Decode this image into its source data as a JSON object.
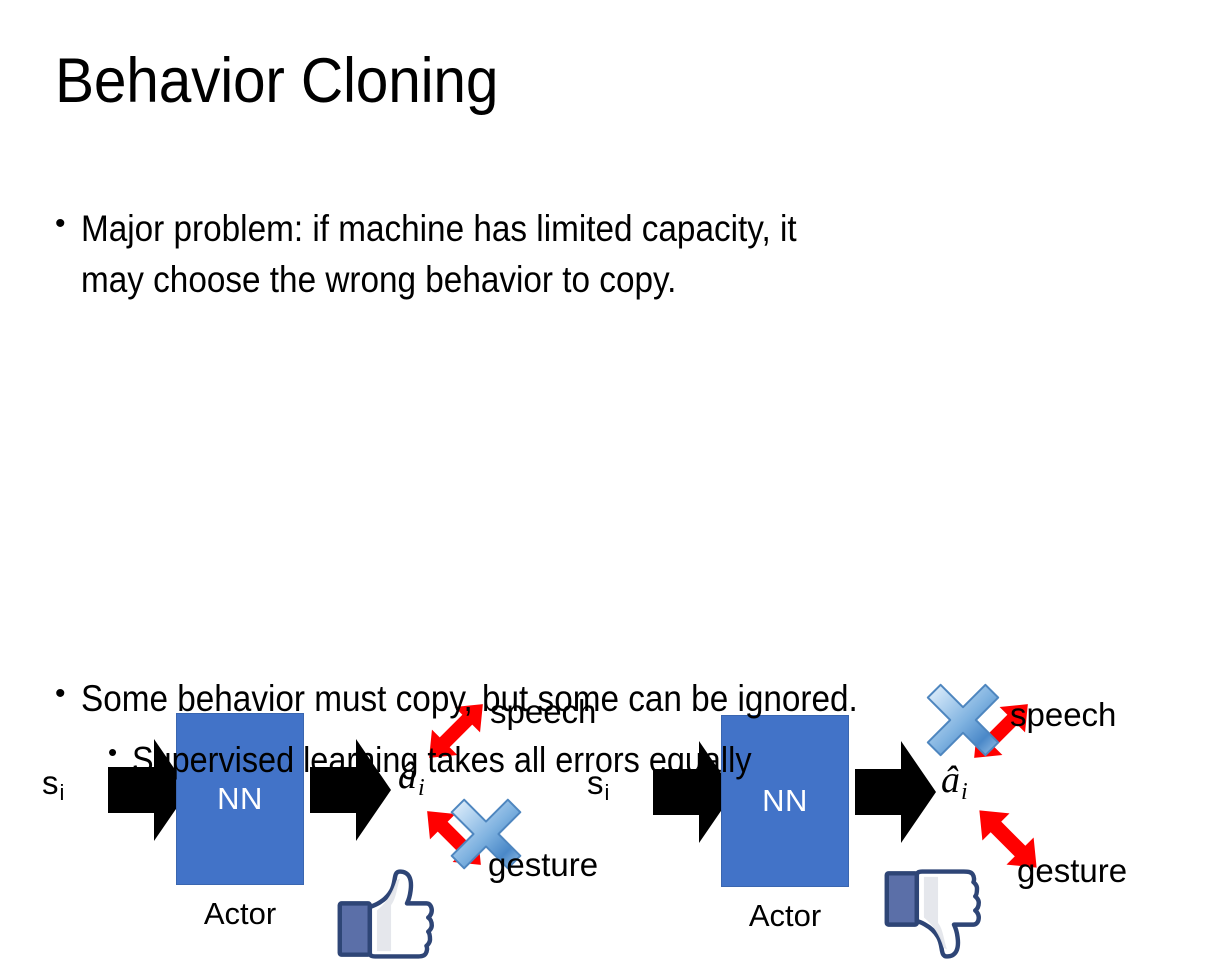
{
  "slide": {
    "title": "Behavior Cloning",
    "background_color": "#FFFFFF",
    "text_color": "#000000"
  },
  "bullets": {
    "top": {
      "marker": "•",
      "text": "Major problem: if machine has limited capacity, it\nmay choose the wrong behavior to copy."
    },
    "bottom_1": {
      "marker": "•",
      "text": "Some behavior must copy, but some can be ignored."
    },
    "bottom_2": {
      "marker": "•",
      "text": "Supervised learning takes all errors equally"
    }
  },
  "colors": {
    "nn_box_fill": "#4273C8",
    "nn_box_border": "#3A66B0",
    "nn_text": "#FFFFFF",
    "arrow_black": "#000000",
    "arrow_red": "#FF0000",
    "x_blue_light": "#CFE3F7",
    "x_blue_mid": "#6FA8DC",
    "x_blue_dark": "#2E6BAE",
    "thumb_outline": "#3B5998",
    "thumb_cuff": "#5B6FA8",
    "thumb_fill": "#FFFFFF",
    "thumb_shade": "#E4E6EB"
  },
  "diagrams": [
    {
      "id": "left",
      "input_label": "s",
      "input_subscript": "i",
      "box_label": "NN",
      "box_caption": "Actor",
      "output_label": "â",
      "output_subscript": "i",
      "branches": [
        {
          "name": "speech",
          "label": "speech",
          "direction": "up",
          "blocked": false
        },
        {
          "name": "gesture",
          "label": "gesture",
          "direction": "down",
          "blocked": true
        }
      ],
      "feedback_icon": "thumbs-up",
      "blocked_branch": "gesture"
    },
    {
      "id": "right",
      "input_label": "s",
      "input_subscript": "i",
      "box_label": "NN",
      "box_caption": "Actor",
      "output_label": "â",
      "output_subscript": "i",
      "branches": [
        {
          "name": "speech",
          "label": "speech",
          "direction": "up",
          "blocked": true
        },
        {
          "name": "gesture",
          "label": "gesture",
          "direction": "down",
          "blocked": false
        }
      ],
      "feedback_icon": "thumbs-down",
      "blocked_branch": "speech"
    }
  ]
}
